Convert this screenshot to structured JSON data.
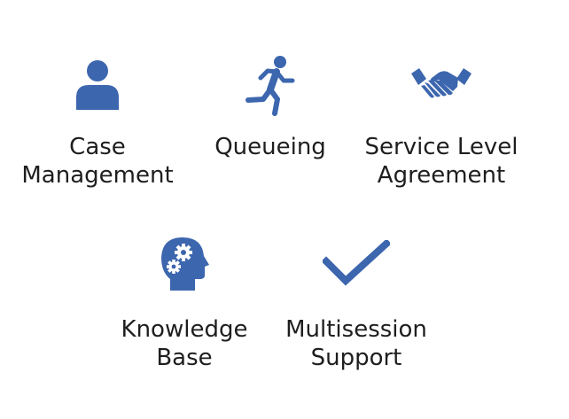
{
  "colors": {
    "icon": "#3c66ae",
    "text": "#1e1e1e",
    "background": "#ffffff"
  },
  "features": [
    {
      "icon": "person-icon",
      "label": "Case\nManagement"
    },
    {
      "icon": "running-person-icon",
      "label": "Queueing"
    },
    {
      "icon": "handshake-icon",
      "label": "Service Level\nAgreement"
    },
    {
      "icon": "head-gears-icon",
      "label": "Knowledge\nBase"
    },
    {
      "icon": "checkmark-icon",
      "label": "Multisession\nSupport"
    }
  ]
}
